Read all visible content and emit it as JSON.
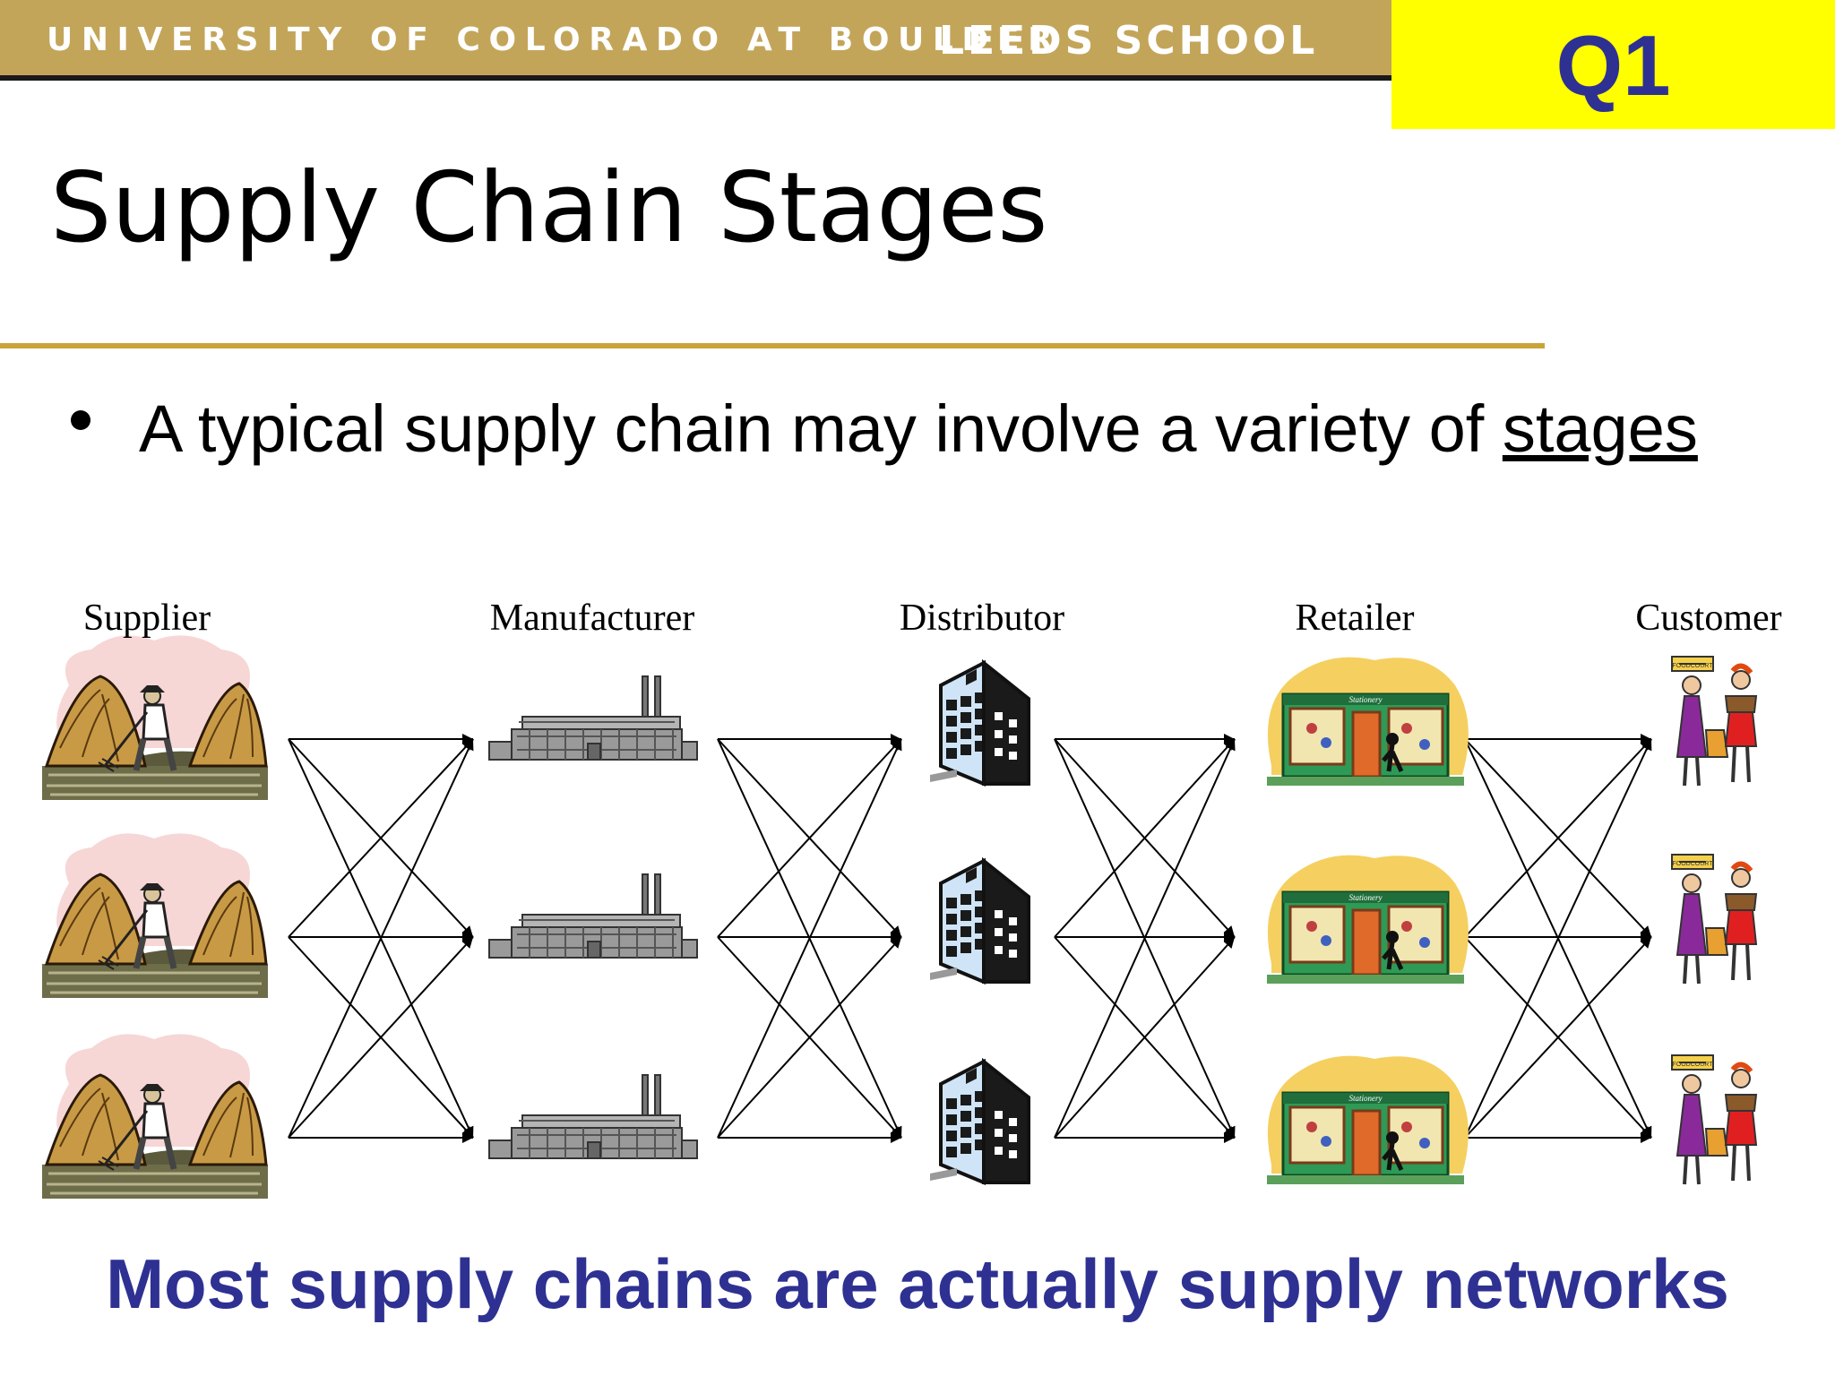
{
  "header": {
    "university": "UNIVERSITY OF COLORADO AT BOULDER",
    "school": "LEEDS SCHOOL",
    "question_badge": "Q1",
    "colors": {
      "banner": "#c3a55a",
      "badge": "#ffff00",
      "badge_text": "#2e3192"
    }
  },
  "title": "Supply Chain Stages",
  "bullet": {
    "text_before": "A typical supply chain may involve a variety of ",
    "underlined": "stages"
  },
  "diagram": {
    "stages": [
      {
        "label": "Supplier",
        "icon": "farmer-icon"
      },
      {
        "label": "Manufacturer",
        "icon": "factory-icon"
      },
      {
        "label": "Distributor",
        "icon": "office-building-icon"
      },
      {
        "label": "Retailer",
        "icon": "storefront-icon"
      },
      {
        "label": "Customer",
        "icon": "shoppers-icon"
      }
    ],
    "store_sign": "Stationery",
    "shop_sign": "FOODCOURT",
    "nodes_per_stage": 3,
    "connections": "each node links to every node of the next stage"
  },
  "footer": "Most supply chains are actually supply networks"
}
